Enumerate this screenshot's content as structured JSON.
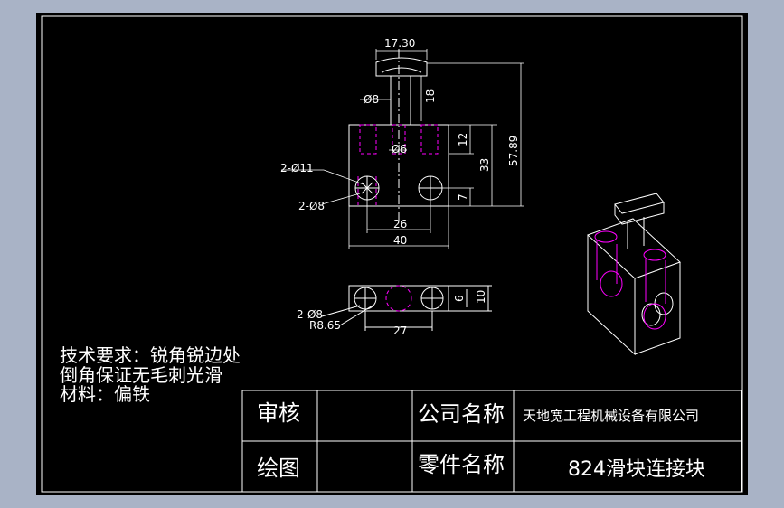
{
  "dimensions": {
    "top_width": "17.30",
    "pin_dia": "Ø8",
    "pin_height": "18",
    "small_dia": "Ø6",
    "hole_dia": "2-Ø11",
    "hole_dia_inner": "2-Ø8",
    "depth_12": "12",
    "height_33": "33",
    "total_height": "57.89",
    "bottom_7": "7",
    "hole_spacing": "26",
    "block_width": "40",
    "slot_width": "2-Ø8",
    "radius": "R8.65",
    "slot_length": "27",
    "side_6": "6",
    "side_10": "10"
  },
  "notes": {
    "line1": "技术要求：锐角锐边处",
    "line2": "倒角保证无毛刺光滑",
    "line3": "材料：偏铁"
  },
  "title_block": {
    "review_label": "审核",
    "draw_label": "绘图",
    "company_label": "公司名称",
    "company_name": "天地宽工程机械设备有限公司",
    "part_label": "零件名称",
    "part_name": "824滑块连接块"
  },
  "colors": {
    "background": "#000000",
    "outer_frame": "#a9b3c6",
    "line": "#ffffff",
    "hidden": "#ff00ff"
  }
}
